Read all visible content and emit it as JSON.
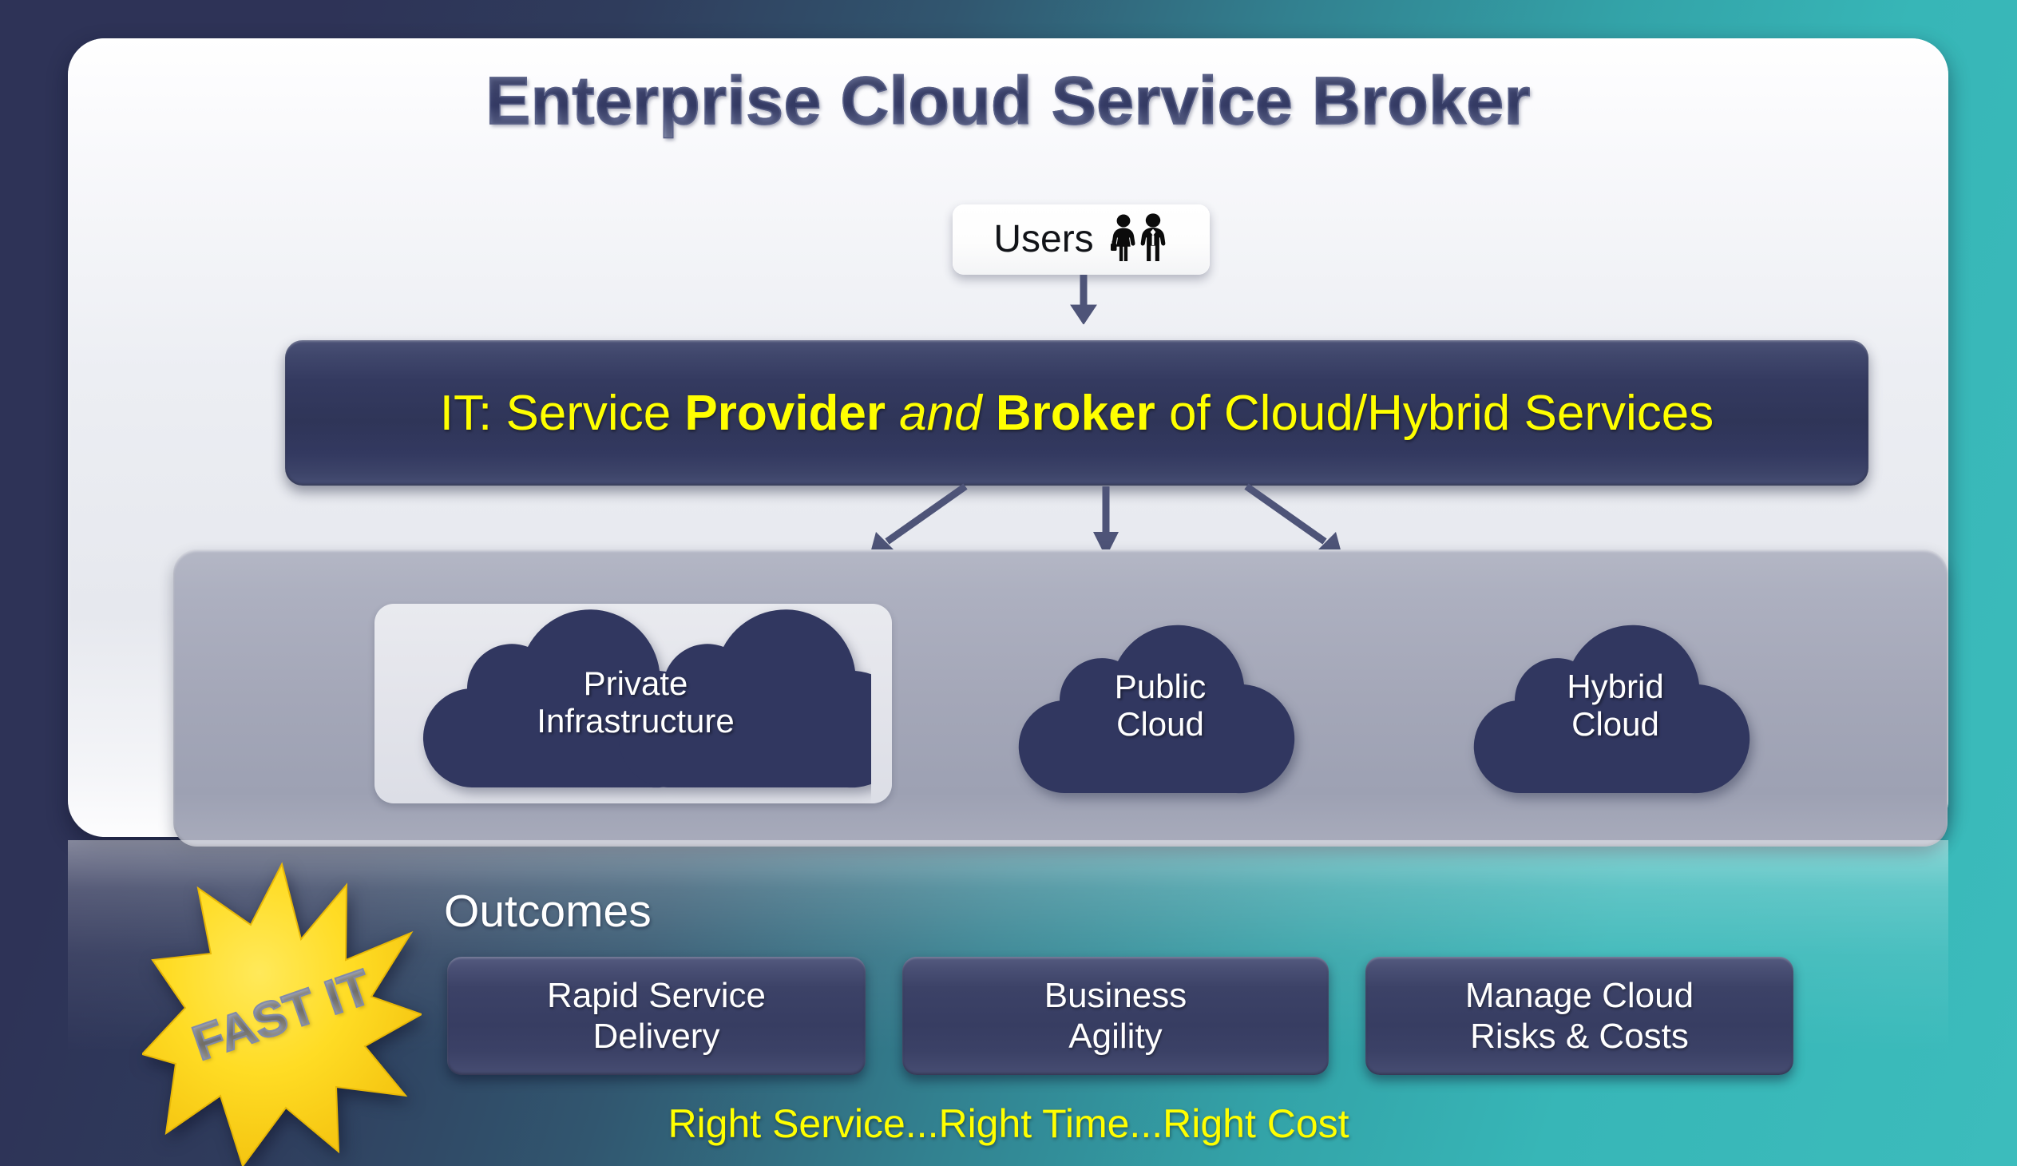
{
  "slide": {
    "title": "Enterprise Cloud Service Broker",
    "background": {
      "type": "diagonal-gradient",
      "from_color": "#2e3357",
      "to_color": "#3cbcbc"
    },
    "card_color": "#eceef3"
  },
  "users": {
    "label": "Users",
    "icon": "people-icon"
  },
  "it_banner": {
    "prefix": "IT: Service ",
    "bold_1": "Provider",
    "italic": " and ",
    "bold_2": "Broker",
    "suffix": " of Cloud/Hybrid Services",
    "full_text": "IT: Service Provider and Broker of Cloud/Hybrid Services",
    "text_color": "#ffff00",
    "box_color": "#2f3558"
  },
  "clouds": {
    "panel_color": "#a4a7b8",
    "cloud_color": "#313760",
    "items": [
      {
        "label_line1": "Private",
        "label_line2": "Infrastructure",
        "shape": "double-cloud",
        "name": "private-infrastructure"
      },
      {
        "label_line1": "Public",
        "label_line2": "Cloud",
        "shape": "cloud",
        "name": "public-cloud"
      },
      {
        "label_line1": "Hybrid",
        "label_line2": "Cloud",
        "shape": "cloud",
        "name": "hybrid-cloud"
      }
    ]
  },
  "outcomes": {
    "heading": "Outcomes",
    "boxes": [
      {
        "line1": "Rapid Service",
        "line2": "Delivery"
      },
      {
        "line1": "Business",
        "line2": "Agility"
      },
      {
        "line1": "Manage Cloud",
        "line2": "Risks & Costs"
      }
    ]
  },
  "tagline": "Right Service...Right Time...Right Cost",
  "badge": {
    "text": "FAST IT",
    "shape": "starburst",
    "fill_color": "#ffd819",
    "text_color": "#8e96b0"
  },
  "arrows": {
    "color": "#4e5478",
    "count_from_banner": 3
  }
}
